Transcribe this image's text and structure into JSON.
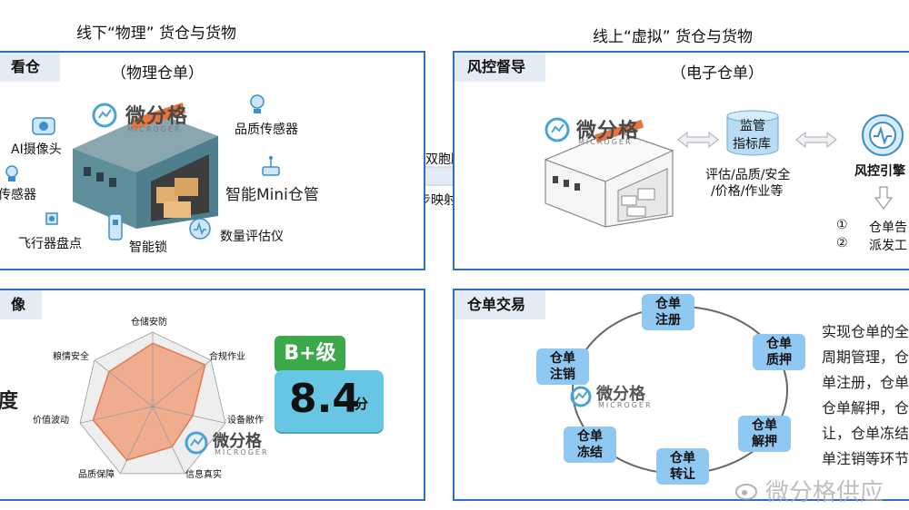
{
  "headings": {
    "left": "线下“物理” 货仓与货物",
    "right": "线上“虚拟” 货仓与货物"
  },
  "middle": {
    "line1": "信用双胞胎",
    "line2": "同步映射"
  },
  "panel_tl": {
    "label": "看仓",
    "subtitle": "（物理仓单）",
    "items": {
      "ai_camera": "AI摄像头",
      "sensor_left": "传感器",
      "drone": "飞行器盘点",
      "smart_lock": "智能锁",
      "quality_sensor": "品质传感器",
      "mini_manager": "智能Mini仓管",
      "evaluator": "数量评估仪"
    },
    "logo": {
      "text": "微分格",
      "sub": "MICROGER"
    }
  },
  "panel_tr": {
    "label": "风控督导",
    "subtitle": "（电子仓单）",
    "logo": {
      "text": "微分格",
      "sub": "MICROGER"
    },
    "db_label_1": "监管",
    "db_label_2": "指标库",
    "eval_line1": "评估/品质/安全",
    "eval_line2": "/价格/作业等",
    "engine": "风控引擎",
    "list": [
      {
        "num": "①",
        "text": "仓单告"
      },
      {
        "num": "②",
        "text": "派发工"
      }
    ]
  },
  "panel_bl": {
    "label": "像",
    "side_text": "度",
    "radar_axes": [
      "仓储安防",
      "合规作业",
      "设备敝作",
      "信息真实",
      "品质保障",
      "价值波动",
      "粮情安全"
    ],
    "logo": {
      "text": "微分格",
      "sub": "MICROGER"
    },
    "grade": "B+级",
    "score": "8.4",
    "score_unit": "分"
  },
  "panel_br": {
    "label": "仓单交易",
    "nodes": [
      {
        "l1": "仓单",
        "l2": "注册"
      },
      {
        "l1": "仓单",
        "l2": "质押"
      },
      {
        "l1": "仓单",
        "l2": "解押"
      },
      {
        "l1": "仓单",
        "l2": "转让"
      },
      {
        "l1": "仓单",
        "l2": "冻结"
      },
      {
        "l1": "仓单",
        "l2": "注销"
      }
    ],
    "logo": {
      "text": "微分格",
      "sub": "MICROGER"
    },
    "desc": [
      "实现仓单的全",
      "周期管理，仓",
      "单注册，仓单",
      "仓单解押，仓",
      "让，仓单冻结",
      "单注销等环节"
    ]
  },
  "watermark": "微分格供应",
  "colors": {
    "frame": "#2f6fc0",
    "label_bg": "#e3ebf4",
    "node": "#8fc8f0",
    "radar_fill": "#f0a07c",
    "grade": "#3ba84a",
    "score_bg": "#67c6e3"
  }
}
